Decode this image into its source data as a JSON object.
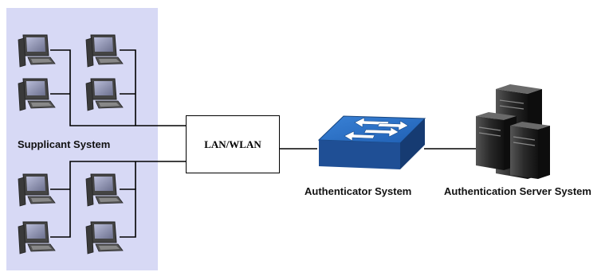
{
  "diagram": {
    "supplicant_label": "Supplicant System",
    "network_label": "LAN/WLAN",
    "authenticator_label": "Authenticator System",
    "server_label": "Authentication Server System"
  },
  "icons": {
    "workstation": "desktop-computer-icon",
    "switch": "network-switch-icon",
    "server": "server-tower-icon"
  },
  "colors": {
    "supplicant_area": "#d7d9f5",
    "switch_top": "#2f6fc0",
    "switch_side": "#1f4f95",
    "server": "#2a2a2a"
  }
}
